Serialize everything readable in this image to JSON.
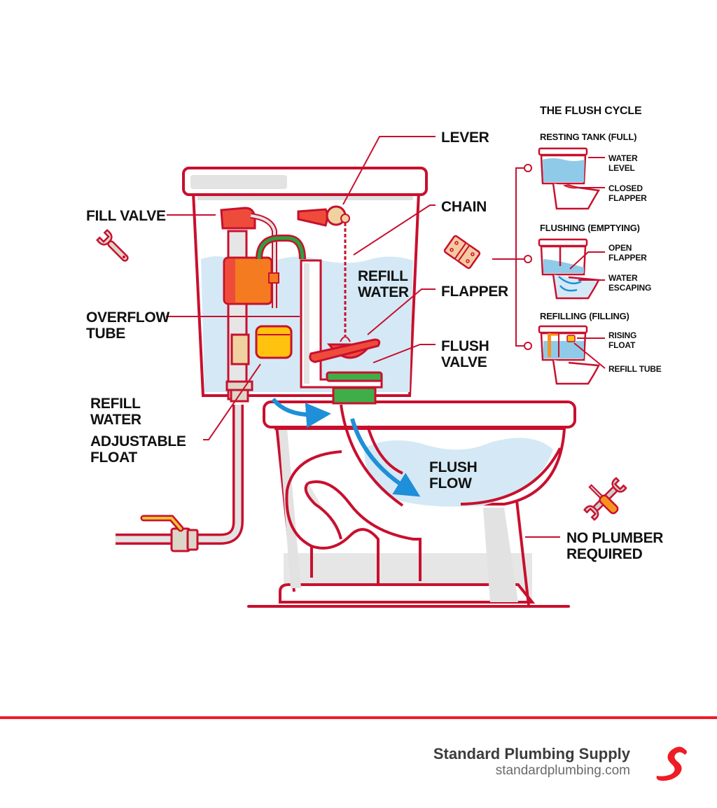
{
  "diagram": {
    "labels": {
      "fill_valve": "FILL VALVE",
      "overflow_tube": [
        "OVERFLOW",
        "TUBE"
      ],
      "refill_water_left": [
        "REFILL",
        "WATER"
      ],
      "adjustable_float": [
        "ADJUSTABLE",
        "FLOAT"
      ],
      "lever": "LEVER",
      "chain": "CHAIN",
      "refill_water_tank": [
        "REFILL",
        "WATER"
      ],
      "flapper": "FLAPPER",
      "flush_valve": [
        "FLUSH",
        "VALVE"
      ],
      "flush_flow": [
        "FLUSH",
        "FLOW"
      ],
      "no_plumber": [
        "NO PLUMBER",
        "REQUIRED"
      ]
    },
    "icons": {
      "wrench": "wrench-icon",
      "hinge": "hinge-icon",
      "tools": "wrench-screwdriver-icon"
    },
    "colors": {
      "outline": "#c8102e",
      "water": "#d4e9f5",
      "arrow": "#1e8fd8",
      "fill_valve": "#f47b20",
      "float": "#ffc20e",
      "refill_tube": "#2e9e3e"
    }
  },
  "flush_cycle": {
    "title": "THE FLUSH CYCLE",
    "stages": [
      {
        "title": "RESTING TANK (FULL)",
        "callouts": [
          [
            "WATER",
            "LEVEL"
          ],
          [
            "CLOSED",
            "FLAPPER"
          ]
        ]
      },
      {
        "title": "FLUSHING (EMPTYING)",
        "callouts": [
          [
            "OPEN",
            "FLAPPER"
          ],
          [
            "WATER",
            "ESCAPING"
          ]
        ]
      },
      {
        "title": "REFILLING (FILLING)",
        "callouts": [
          [
            "RISING",
            "FLOAT"
          ],
          [
            "REFILL TUBE"
          ]
        ]
      }
    ]
  },
  "footer": {
    "brand_name": "Standard Plumbing Supply",
    "brand_url": "standardplumbing.com",
    "accent": "#ee1c24"
  }
}
